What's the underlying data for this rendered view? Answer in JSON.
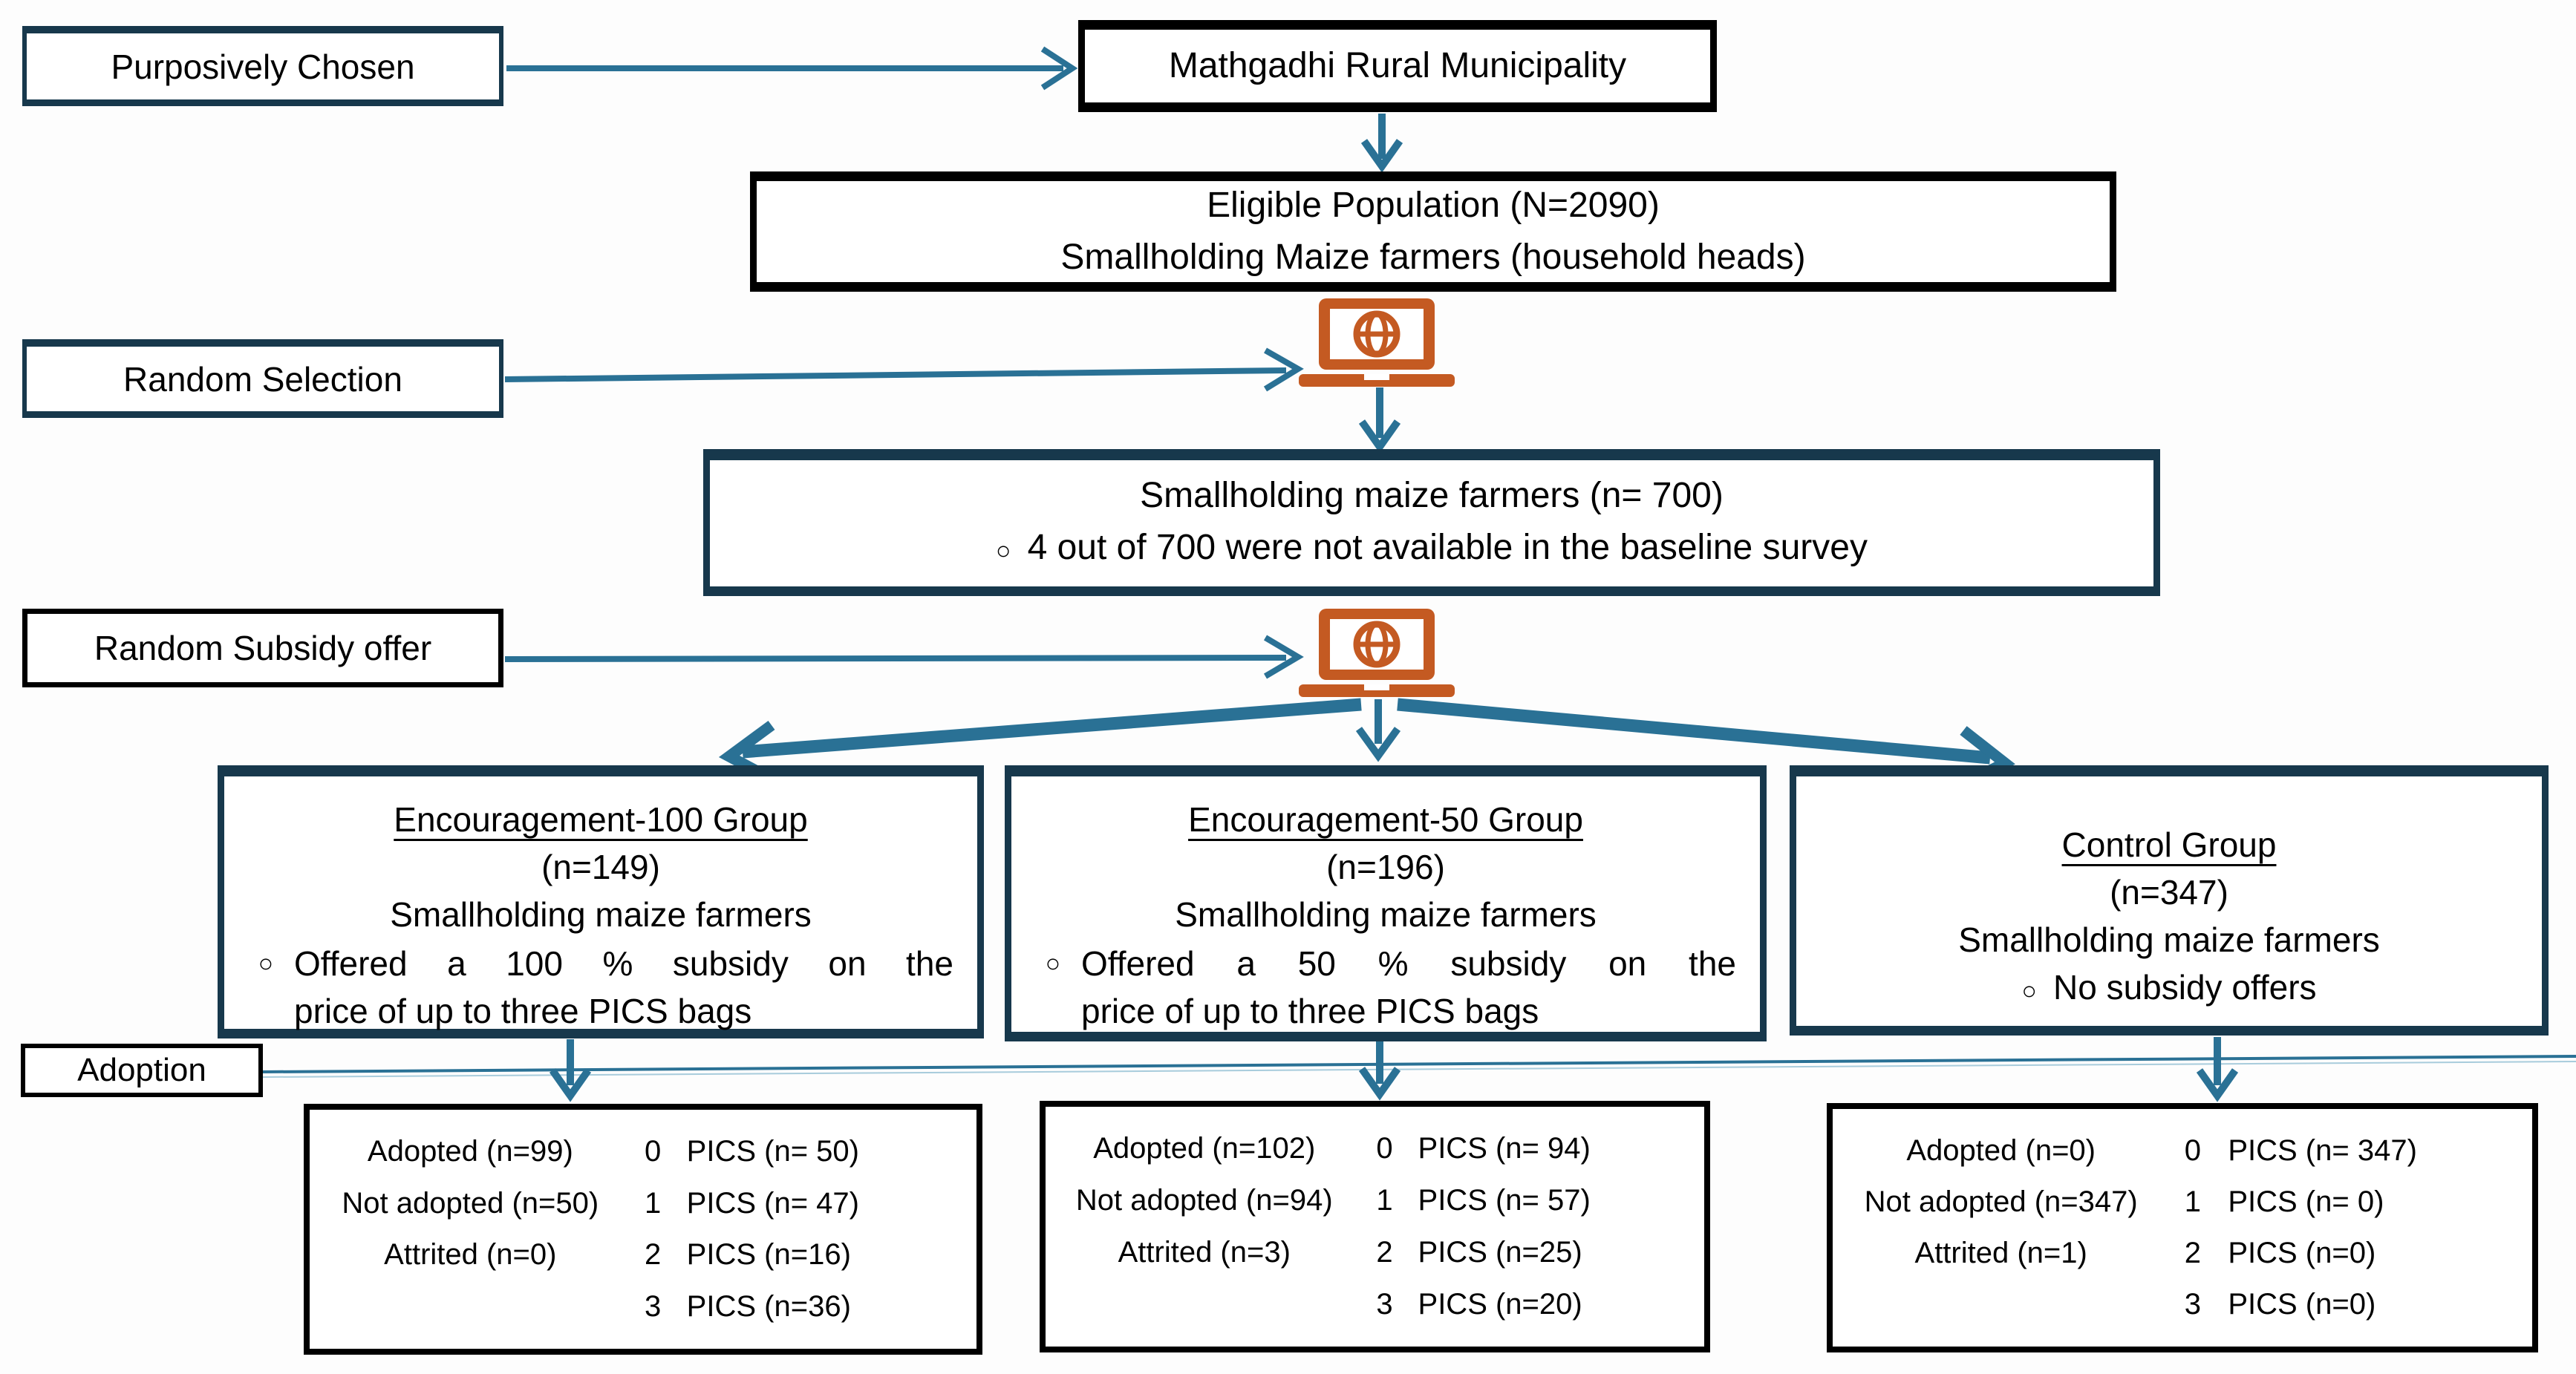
{
  "side_labels": {
    "purposively_chosen": "Purposively Chosen",
    "random_selection": "Random Selection",
    "random_subsidy_offer": "Random Subsidy offer",
    "adoption": "Adoption"
  },
  "nodes": {
    "municipality": "Mathgadhi Rural Municipality",
    "eligible_population": {
      "line1": "Eligible Population (N=2090)",
      "line2": "Smallholding Maize farmers (household heads)"
    },
    "selected_sample": {
      "line1": "Smallholding maize farmers (n= 700)",
      "bullet": "4 out of 700 were not available in the baseline survey"
    }
  },
  "bullet_char": "○",
  "groups": [
    {
      "title": "Encouragement-100 Group",
      "n": "(n=149)",
      "subtitle": "Smallholding maize farmers",
      "bullet_line1": "Offered a 100 % subsidy on the",
      "bullet_line2": "price of up to three PICS bags"
    },
    {
      "title": "Encouragement-50 Group",
      "n": "(n=196)",
      "subtitle": "Smallholding maize farmers",
      "bullet_line1": "Offered a 50 % subsidy on the",
      "bullet_line2": "price of up to three PICS bags"
    },
    {
      "title": "Control Group",
      "n": "(n=347)",
      "subtitle": "Smallholding maize farmers",
      "bullet": "No subsidy offers"
    }
  ],
  "outcomes": [
    {
      "status_rows": [
        "Adopted (n=99)",
        "Not adopted (n=50)",
        "Attrited (n=0)"
      ],
      "pics_rows": [
        [
          "0",
          "PICS (n= 50)"
        ],
        [
          "1",
          "PICS (n= 47)"
        ],
        [
          "2",
          "PICS (n=16)"
        ],
        [
          "3",
          "PICS (n=36)"
        ]
      ]
    },
    {
      "status_rows": [
        "Adopted (n=102)",
        "Not adopted (n=94)",
        "Attrited (n=3)"
      ],
      "pics_rows": [
        [
          "0",
          "PICS (n= 94)"
        ],
        [
          "1",
          "PICS (n= 57)"
        ],
        [
          "2",
          "PICS (n=25)"
        ],
        [
          "3",
          "PICS (n=20)"
        ]
      ]
    },
    {
      "status_rows": [
        "Adopted (n=0)",
        "Not adopted (n=347)",
        "Attrited (n=1)"
      ],
      "pics_rows": [
        [
          "0",
          "PICS (n= 347)"
        ],
        [
          "1",
          "PICS (n= 0)"
        ],
        [
          "2",
          "PICS (n=0)"
        ],
        [
          "3",
          "PICS (n=0)"
        ]
      ]
    }
  ],
  "icons": {
    "laptop_globe": "laptop-globe-icon"
  },
  "colors": {
    "arrow_teal": "#2A7195",
    "line_light": "#A8CCDC",
    "border_navy": "#17384C",
    "border_black": "#000000",
    "laptop_orange": "#C45A22"
  }
}
